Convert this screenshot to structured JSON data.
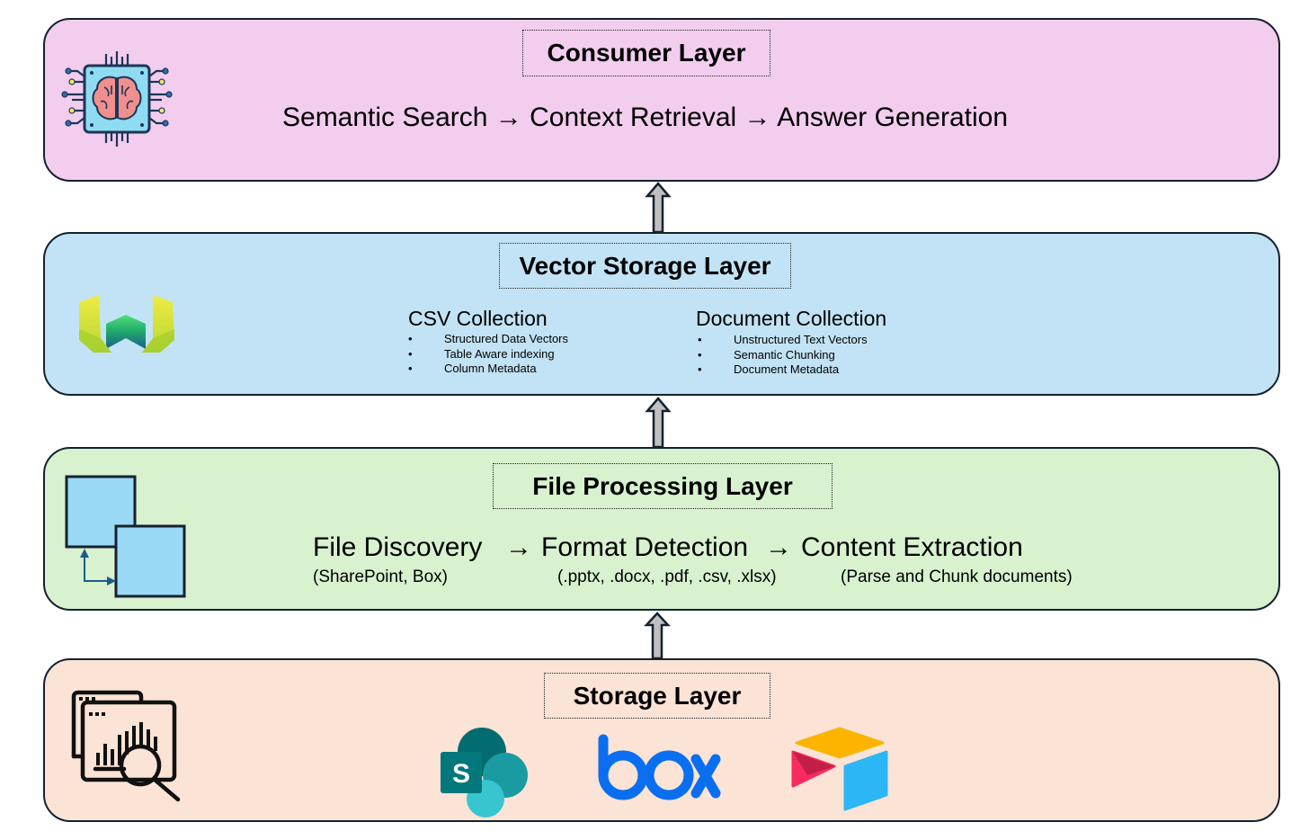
{
  "diagram": {
    "layers": {
      "consumer": {
        "title": "Consumer Layer",
        "flow": "Semantic Search → Context Retrieval → Answer Generation",
        "icon": "ai-chip-brain-icon",
        "background": "#f2cdee"
      },
      "vector": {
        "title": "Vector Storage Layer",
        "icon": "weaviate-logo-icon",
        "background": "#c2e3f5",
        "collections": [
          {
            "title": "CSV Collection",
            "items": [
              "Structured Data Vectors",
              "Table Aware indexing",
              "Column Metadata"
            ]
          },
          {
            "title": "Document Collection",
            "items": [
              "Unstructured Text Vectors",
              "Semantic Chunking",
              "Document Metadata"
            ]
          }
        ],
        "bullet": "•"
      },
      "processing": {
        "title": "File Processing Layer",
        "icon": "file-transfer-icon",
        "background": "#d8f1cf",
        "steps": [
          {
            "label": "File Discovery",
            "detail": "(SharePoint, Box)"
          },
          {
            "label": "Format Detection",
            "detail": "(.pptx, .docx, .pdf, .csv, .xlsx)"
          },
          {
            "label": "Content Extraction",
            "detail": "(Parse and Chunk documents)"
          }
        ],
        "arrow": "→"
      },
      "storage": {
        "title": "Storage Layer",
        "icon": "data-analytics-search-icon",
        "background": "#fbe3d6",
        "sources": [
          {
            "name": "SharePoint",
            "icon": "sharepoint-logo-icon",
            "glyph": "S"
          },
          {
            "name": "Box",
            "icon": "box-logo-icon",
            "glyph": "box"
          },
          {
            "name": "Airtable",
            "icon": "airtable-logo-icon"
          }
        ]
      }
    },
    "colors": {
      "border": "#15212e",
      "arrow_fill": "#c0c0c0",
      "box_blue": "#0061d5",
      "sharepoint_dark": "#036c70",
      "sharepoint_teal": "#1a9ba1",
      "sharepoint_light": "#37c6d0"
    }
  }
}
